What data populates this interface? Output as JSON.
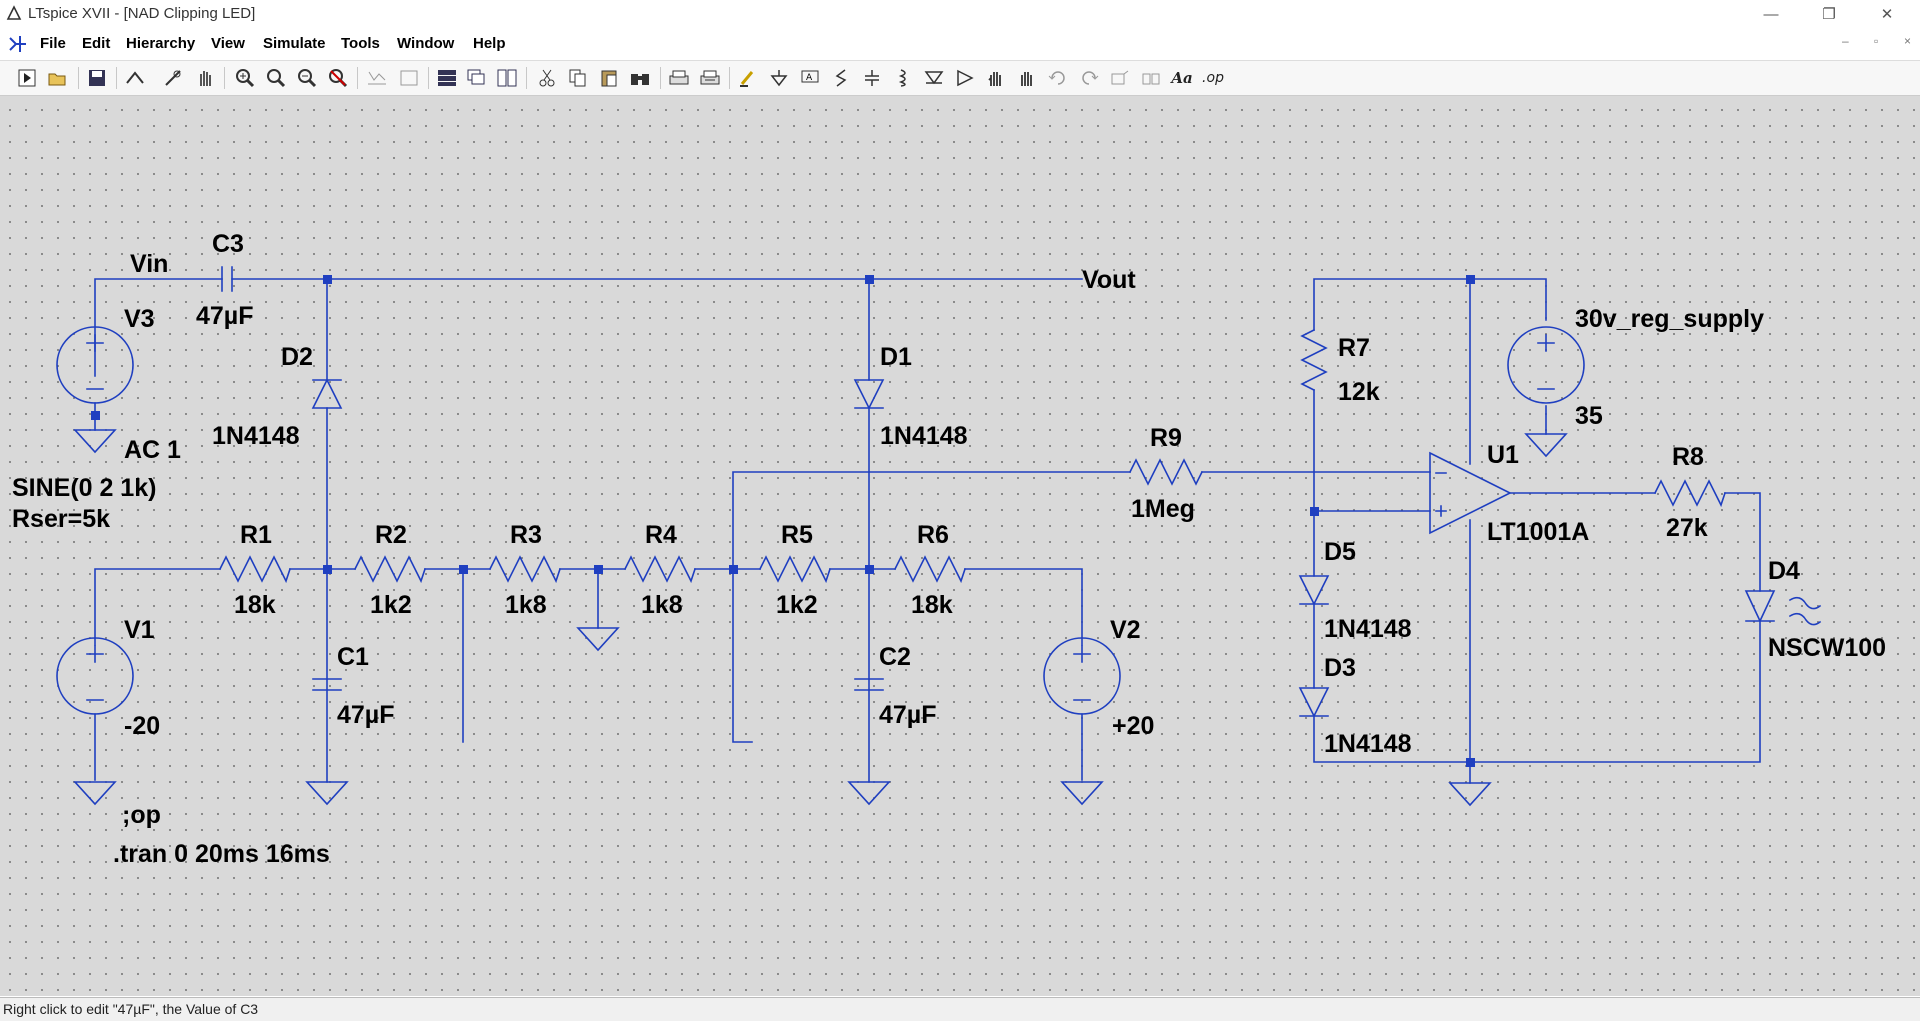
{
  "window": {
    "title": "LTspice XVII - [NAD Clipping LED]",
    "controls": {
      "minimize": "—",
      "restore": "❐",
      "close": "✕"
    }
  },
  "menu": {
    "items": [
      "File",
      "Edit",
      "Hierarchy",
      "View",
      "Simulate",
      "Tools",
      "Window",
      "Help"
    ],
    "mdi_controls": {
      "minimize": "–",
      "restore": "▫",
      "close": "×"
    }
  },
  "toolbar": {
    "buttons": [
      "run-icon",
      "open-icon",
      "save-icon",
      "control-panel-icon",
      "probe-icon",
      "pan-hand-icon",
      "zoom-in-icon",
      "zoom-fit-icon",
      "zoom-out-icon",
      "zoom-cancel-icon",
      "autorange-icon",
      "autofit-icon",
      "tile-horizontal-icon",
      "cascade-icon",
      "tile-vertical-icon",
      "cut-icon",
      "copy-icon",
      "paste-icon",
      "find-icon",
      "print-icon",
      "print-setup-icon",
      "draw-wire-icon",
      "ground-icon",
      "label-net-icon",
      "resistor-icon",
      "capacitor-icon",
      "inductor-icon",
      "diode-icon",
      "component-icon",
      "move-icon",
      "drag-icon",
      "undo-icon",
      "redo-icon",
      "rotate-icon",
      "mirror-icon",
      "text-icon",
      "spice-directive-icon"
    ],
    "text_button": "Aa",
    "op_button": ".op"
  },
  "schematic": {
    "labels": {
      "vin": "Vin",
      "vout": "Vout",
      "c3": "C3",
      "c3_val": "47µF",
      "v3": "V3",
      "v3_ac": "AC 1",
      "v3_sine": "SINE(0 2 1k)",
      "v3_rser": "Rser=5k",
      "d2": "D2",
      "d2_model": "1N4148",
      "d1": "D1",
      "d1_model": "1N4148",
      "r1": "R1",
      "r1_val": "18k",
      "r2": "R2",
      "r2_val": "1k2",
      "r3": "R3",
      "r3_val": "1k8",
      "r4": "R4",
      "r4_val": "1k8",
      "r5": "R5",
      "r5_val": "1k2",
      "r6": "R6",
      "r6_val": "18k",
      "r9": "R9",
      "r9_val": "1Meg",
      "r7": "R7",
      "r7_val": "12k",
      "r8": "R8",
      "r8_val": "27k",
      "c1": "C1",
      "c1_val": "47µF",
      "c2": "C2",
      "c2_val": "47µF",
      "v1": "V1",
      "v1_val": "-20",
      "v2": "V2",
      "v2_val": "+20",
      "supply": "30v_reg_supply",
      "supply_val": "35",
      "u1": "U1",
      "u1_model": "LT1001A",
      "d5": "D5",
      "d5_model": "1N4148",
      "d3": "D3",
      "d3_model": "1N4148",
      "d4": "D4",
      "d4_model": "NSCW100",
      "dir_op": ";op",
      "dir_tran": ".tran 0 20ms 16ms"
    }
  },
  "status": {
    "text": "Right click to edit \"47µF\", the Value of C3"
  },
  "colors": {
    "wire": "#1f3fc0",
    "junction": "#1f3fc0",
    "component": "#1f3fc0",
    "canvas": "#d9d9d9"
  }
}
